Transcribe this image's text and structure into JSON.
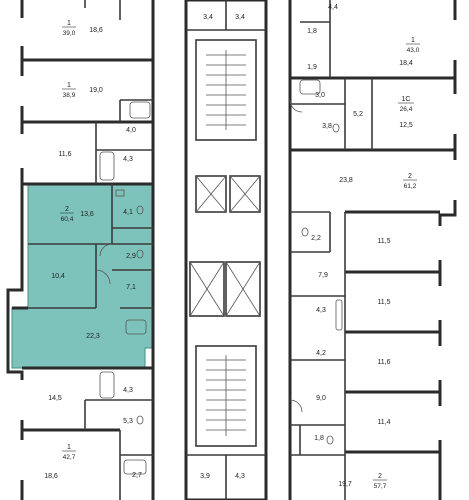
{
  "colors": {
    "wall": "#2b2b2b",
    "thin_wall": "#3a3a3a",
    "highlight_fill": "#7ec3bb",
    "highlight_stroke": "#3f8f86",
    "fixture": "#555555",
    "background": "#ffffff"
  },
  "icons": [
    "bathtub-icon",
    "toilet-icon",
    "sink-icon",
    "stair-icon",
    "elevator-icon",
    "door-swing-icon"
  ],
  "highlighted_apartment": {
    "number": "2",
    "area": "60,4"
  },
  "apartment_markers": [
    {
      "id": "apt-left-top",
      "number": "1",
      "area": "39,0"
    },
    {
      "id": "apt-left-2",
      "number": "1",
      "area": "38,9"
    },
    {
      "id": "apt-highlighted",
      "number": "2",
      "area": "60,4"
    },
    {
      "id": "apt-left-bottom",
      "number": "1",
      "area": "42,7"
    },
    {
      "id": "apt-right-top",
      "number": "1",
      "area": "43,0"
    },
    {
      "id": "apt-right-studio",
      "number": "1С",
      "area": "26,4"
    },
    {
      "id": "apt-right-mid",
      "number": "2",
      "area": "61,2"
    },
    {
      "id": "apt-right-bottom",
      "number": "2",
      "area": "57,7"
    }
  ],
  "room_areas": [
    "18,6",
    "19,0",
    "4,0",
    "11,6",
    "4,3",
    "13,6",
    "4,1",
    "10,4",
    "2,9",
    "7,1",
    "22,3",
    "14,5",
    "4,3",
    "5,3",
    "18,6",
    "2,7",
    "3,4",
    "3,4",
    "3,9",
    "4,3",
    "4,4",
    "1,8",
    "18,4",
    "1,9",
    "3,0",
    "5,2",
    "3,8",
    "12,5",
    "23,8",
    "2,2",
    "11,5",
    "7,9",
    "11,5",
    "4,3",
    "4,2",
    "11,6",
    "9,0",
    "11,4",
    "1,8",
    "19,7"
  ]
}
